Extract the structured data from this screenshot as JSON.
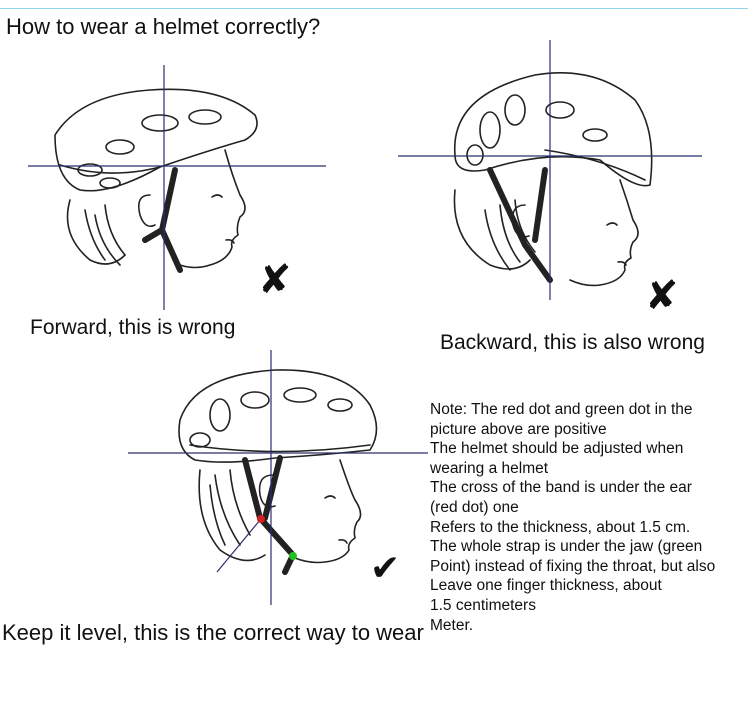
{
  "title": "How to wear a helmet correctly?",
  "captions": {
    "forward": "Forward, this is wrong",
    "backward": "Backward, this is also wrong",
    "level": "Keep it level, this is the correct way to wear"
  },
  "marks": {
    "wrong": "✘",
    "correct": "✔"
  },
  "notes": [
    "Note: The red dot and green dot in the",
    "picture above are positive",
    "The helmet should be adjusted when",
    "wearing a helmet",
    "The cross of the band is under the ear",
    "(red dot) one",
    "Refers to the thickness, about 1.5 cm.",
    "The whole strap is under the jaw (green",
    "Point) instead of fixing the throat, but also",
    "Leave one finger thickness, about",
    "1.5 centimeters",
    "Meter."
  ],
  "colors": {
    "guide_line": "#2a2f6e",
    "red_dot": "#d42020",
    "green_dot": "#22c020",
    "top_rule": "#8fd4e8"
  }
}
